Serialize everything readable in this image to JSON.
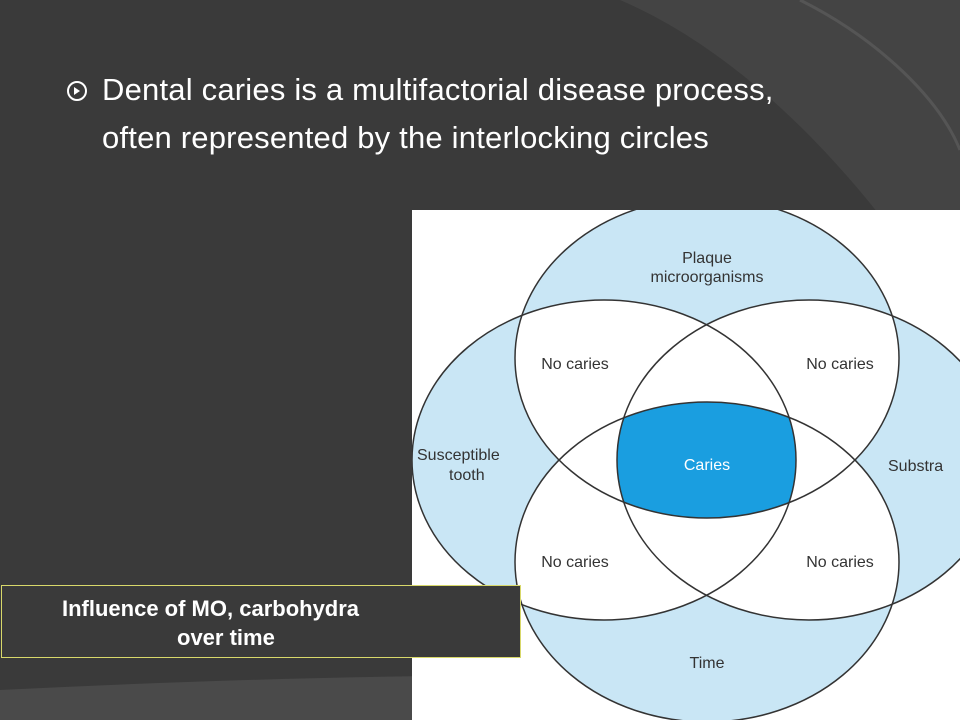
{
  "slide": {
    "bullet": "Dental caries is a multifactorial disease process, often represented by the interlocking circles",
    "caption_line1": "Influence of MO, carbohydra",
    "caption_line2": "over time"
  },
  "diagram": {
    "labels": {
      "top": "Plaque microorganisms",
      "top_line1": "Plaque",
      "top_line2": "microorganisms",
      "left_line1": "Susceptible",
      "left_line2": "tooth",
      "right": "Substra",
      "bottom": "Time",
      "center": "Caries",
      "upper_left": "No caries",
      "upper_right": "No caries",
      "lower_left": "No caries",
      "lower_right": "No caries"
    }
  },
  "colors": {
    "background": "#3a3a3a",
    "circle_fill": "#c9e6f5",
    "caries_fill": "#1a9ee0",
    "caption_border": "#d8d86a"
  }
}
